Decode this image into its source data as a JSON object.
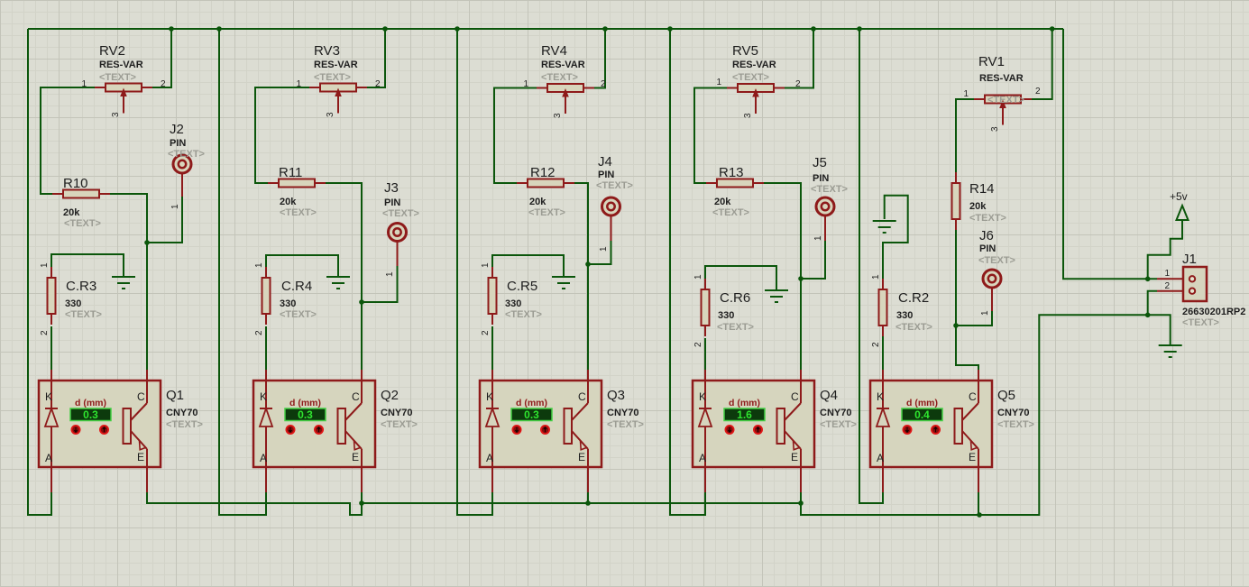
{
  "labels": {
    "pin_type": "PIN",
    "placeholder": "<TEXT>",
    "k": "K",
    "a": "A",
    "c": "C",
    "e": "E",
    "n1": "1",
    "n2": "2",
    "n3": "3",
    "display_label": "d (mm)"
  },
  "power": {
    "vcc_label": "+5v"
  },
  "connector_j1": {
    "ref": "J1",
    "pin1": "1",
    "pin2": "2",
    "part_number": "26630201RP2",
    "placeholder": "<TEXT>"
  },
  "circuits": [
    {
      "pot_ref": "RV2",
      "pot_type": "RES-VAR",
      "r_ref": "R10",
      "r_value": "20k",
      "j_ref": "J2",
      "cr_ref": "C.R3",
      "cr_value": "330",
      "q_ref": "Q1",
      "q_type": "CNY70",
      "display_value": "0.3"
    },
    {
      "pot_ref": "RV3",
      "pot_type": "RES-VAR",
      "r_ref": "R11",
      "r_value": "20k",
      "j_ref": "J3",
      "cr_ref": "C.R4",
      "cr_value": "330",
      "q_ref": "Q2",
      "q_type": "CNY70",
      "display_value": "0.3"
    },
    {
      "pot_ref": "RV4",
      "pot_type": "RES-VAR",
      "r_ref": "R12",
      "r_value": "20k",
      "j_ref": "J4",
      "cr_ref": "C.R5",
      "cr_value": "330",
      "q_ref": "Q3",
      "q_type": "CNY70",
      "display_value": "0.3"
    },
    {
      "pot_ref": "RV5",
      "pot_type": "RES-VAR",
      "r_ref": "R13",
      "r_value": "20k",
      "j_ref": "J5",
      "cr_ref": "C.R6",
      "cr_value": "330",
      "q_ref": "Q4",
      "q_type": "CNY70",
      "display_value": "1.6"
    },
    {
      "pot_ref": "RV1",
      "pot_type": "RES-VAR",
      "r_ref": "R14",
      "r_value": "20k",
      "j_ref": "J6",
      "cr_ref": "C.R2",
      "cr_value": "330",
      "q_ref": "Q5",
      "q_type": "CNY70",
      "display_value": "0.4"
    }
  ],
  "colors": {
    "wire_green": "#0b560b",
    "component_red": "#8e1a1a",
    "canvas": "#dcddd3",
    "display_bg": "#0c3a0c",
    "display_text": "#2fe62f"
  }
}
